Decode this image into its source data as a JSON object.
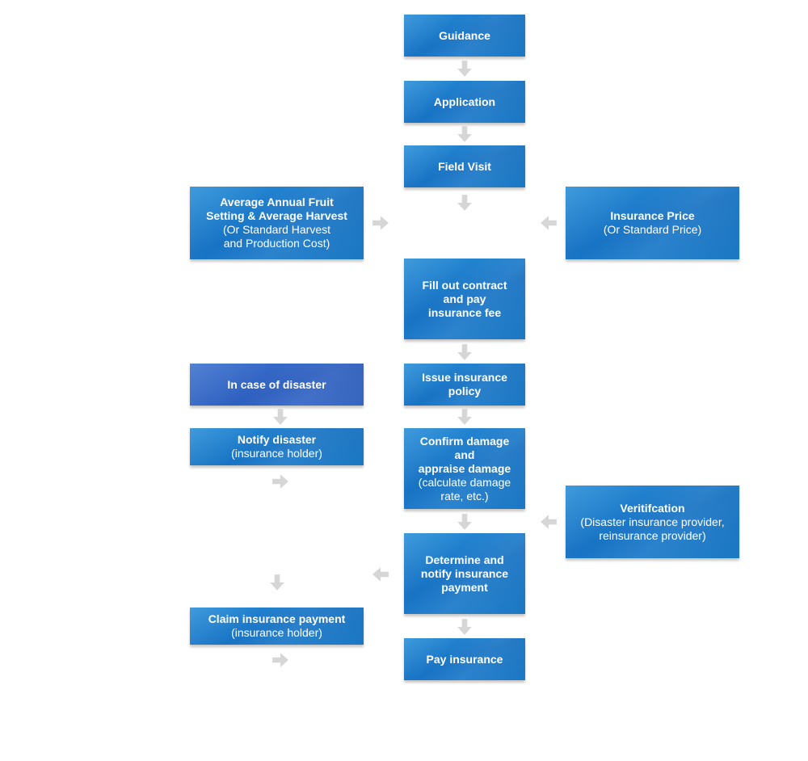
{
  "steps": {
    "guidance": {
      "title": "Guidance"
    },
    "application": {
      "title": "Application"
    },
    "field_visit": {
      "title": "Field Visit"
    },
    "avg_fruit": {
      "title_line1": "Average Annual Fruit",
      "title_line2": "Setting & Average Harvest",
      "sub_line1": "(Or Standard Harvest",
      "sub_line2": "and Production Cost)"
    },
    "insurance_price": {
      "title": "Insurance Price",
      "sub": "(Or Standard Price)"
    },
    "fill_contract": {
      "line1": "Fill out contract",
      "line2": "and pay",
      "line3": "insurance fee"
    },
    "issue_policy": {
      "line1": "Issue insurance",
      "line2": "policy"
    },
    "in_case_disaster": {
      "title": "In case of disaster"
    },
    "notify_disaster": {
      "title": "Notify disaster",
      "sub": "(insurance holder)"
    },
    "confirm_damage": {
      "line1": "Confirm damage and",
      "line2": "appraise damage",
      "sub_line1": "(calculate damage",
      "sub_line2": "rate, etc.)"
    },
    "verification": {
      "title": "Veritifcation",
      "sub_line1": "(Disaster insurance provider,",
      "sub_line2": "reinsurance provider)"
    },
    "determine_notify": {
      "line1": "Determine and",
      "line2": "notify insurance",
      "line3": "payment"
    },
    "claim_payment": {
      "title": "Claim insurance payment",
      "sub": "(insurance holder)"
    },
    "pay_insurance": {
      "title": "Pay insurance"
    }
  },
  "colors": {
    "box": "#1c7cc9",
    "box_alt": "#3568c8",
    "arrow": "#d6d6d6"
  }
}
